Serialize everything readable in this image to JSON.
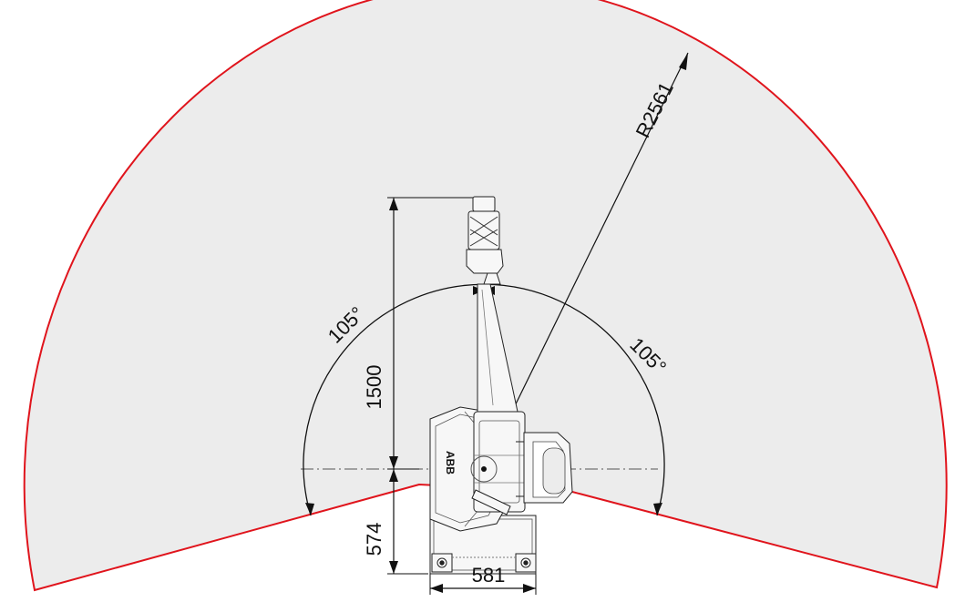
{
  "dimensions": {
    "reach_radius": "R2561",
    "height": "1500",
    "rear_offset": "574",
    "base_width": "581",
    "angle_left": "105°",
    "angle_right": "105°"
  },
  "brand": {
    "logo_text": "ABB"
  },
  "colors": {
    "workspace_fill": "#ececec",
    "workspace_outline": "#e0141c",
    "line": "#111111",
    "robot_body": "#f7f7f7"
  }
}
